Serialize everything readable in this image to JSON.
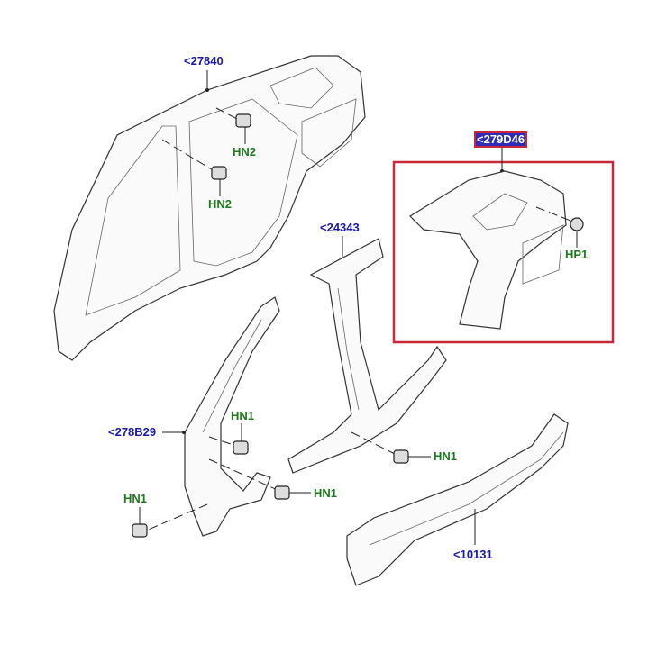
{
  "diagram": {
    "highlight_color": "#c8283a",
    "reference_color": "#1a1aa6",
    "fastener_color": "#1e7a1e",
    "parts": [
      {
        "label": "<27840"
      },
      {
        "label": "<279D46",
        "highlighted": true
      },
      {
        "label": "<24343"
      },
      {
        "label": "<278B29"
      },
      {
        "label": "<10131"
      }
    ],
    "fasteners": [
      {
        "label": "HN2"
      },
      {
        "label": "HN2"
      },
      {
        "label": "HP1"
      },
      {
        "label": "HN1"
      },
      {
        "label": "HN1"
      },
      {
        "label": "HN1"
      },
      {
        "label": "HN1"
      }
    ]
  }
}
